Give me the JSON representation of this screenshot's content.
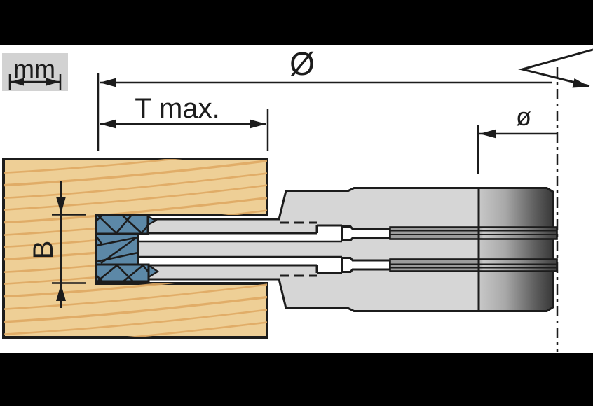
{
  "diagram": {
    "unit_label": "mm",
    "dims": {
      "outer_diameter": "Ø",
      "cutting_depth": "T max.",
      "hub_diameter": "ø",
      "groove_width": "B"
    },
    "colors": {
      "letterbox": "#000000",
      "background": "#ffffff",
      "legend_bg": "#d2d2d2",
      "line": "#1c1c1c",
      "wood_fill": "#eecf96",
      "wood_grain": "#dfa963",
      "metal_light": "#d6d6d6",
      "metal_dark": "#3d3d3d",
      "cutter_blue": "#5c88a7"
    }
  }
}
